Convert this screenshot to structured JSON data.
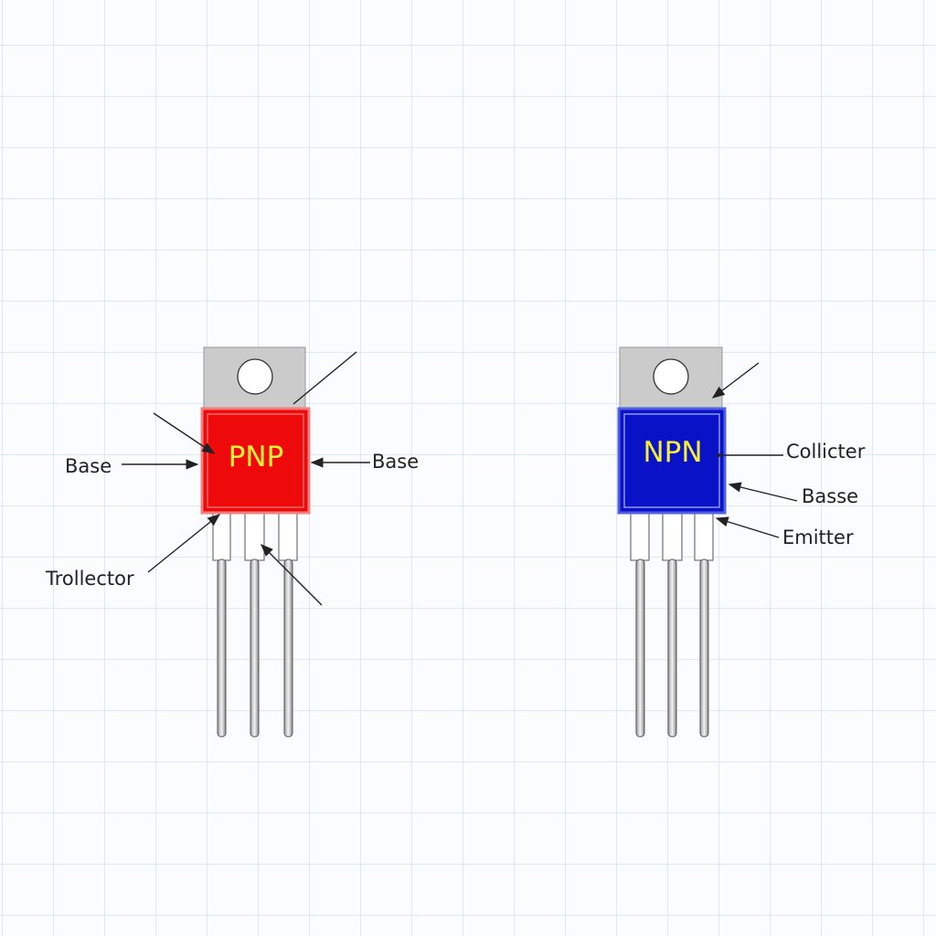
{
  "pnp": {
    "marking": "PNP",
    "body_color": "#ee0a0a",
    "labels": {
      "base_left": "Base",
      "base_right": "Base",
      "trollector": "Trollector"
    }
  },
  "npn": {
    "marking": "NPN",
    "body_color": "#0a12c8",
    "labels": {
      "collicter": "Collicter",
      "basse": "Basse",
      "emitter": "Emitter"
    }
  }
}
